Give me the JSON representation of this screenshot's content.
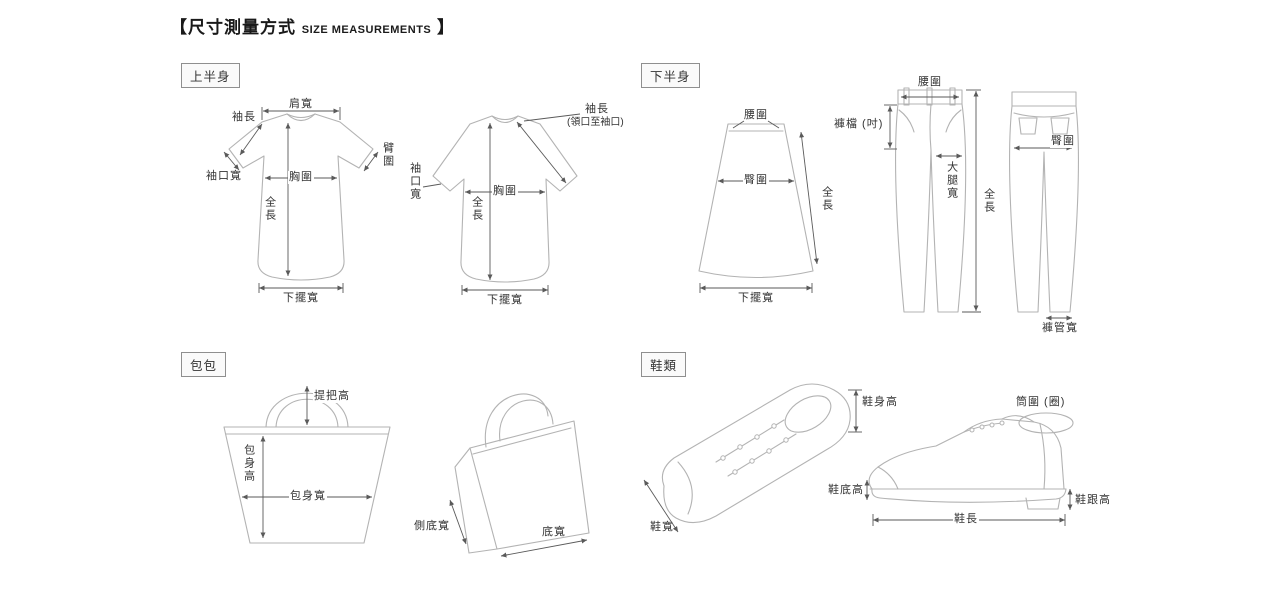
{
  "title": {
    "main": "【尺寸測量方式",
    "sub": "SIZE MEASUREMENTS",
    "close": "】"
  },
  "sections": {
    "upper_body": "上半身",
    "lower_body": "下半身",
    "bags": "包包",
    "shoes": "鞋類"
  },
  "upper_body": {
    "shirt1": {
      "shoulder_width": "肩寬",
      "sleeve_length": "袖長",
      "arm_girth": "臂圍",
      "cuff_width": "袖口寬",
      "chest": "胸圍",
      "total_length": "全長",
      "hem_width": "下擺寬"
    },
    "shirt2": {
      "sleeve_length": "袖長",
      "sleeve_length_note": "(領口至袖口)",
      "cuff_width": "袖口寬",
      "chest": "胸圍",
      "total_length": "全長",
      "hem_width": "下擺寬"
    }
  },
  "lower_body": {
    "skirt": {
      "waist": "腰圍",
      "hip": "臀圍",
      "total_length": "全長",
      "hem_width": "下擺寬"
    },
    "pants_front": {
      "waist": "腰圍",
      "crotch": "褲檔 (吋)",
      "thigh_width": "大腿寬",
      "total_length": "全長"
    },
    "pants_back": {
      "hip": "臀圍",
      "leg_opening_width": "褲管寬"
    }
  },
  "bags": {
    "tote_front": {
      "handle_height": "提把高",
      "body_height": "包身高",
      "body_width": "包身寬"
    },
    "tote_side": {
      "side_bottom_width": "側底寬",
      "bottom_width": "底寬"
    }
  },
  "shoes": {
    "shoe_top": {
      "body_height": "鞋身高",
      "width": "鞋寬"
    },
    "shoe_side": {
      "shaft_girth": "筒圍 (圈)",
      "sole_height": "鞋底高",
      "heel_height": "鞋跟高",
      "length": "鞋長"
    }
  },
  "colors": {
    "outline": "#b3b3b3",
    "measure_line": "#5a5a5a",
    "text": "#333333",
    "section_border": "#8f8f8f"
  }
}
